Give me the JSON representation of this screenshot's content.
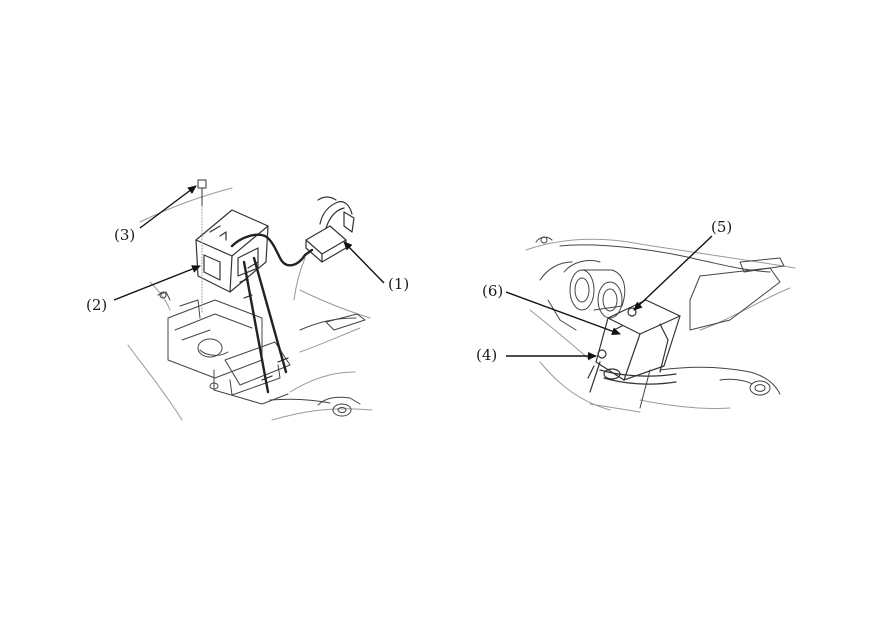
{
  "figure": {
    "left_illustration": {
      "callouts": [
        "(1)",
        "(2)",
        "(3)"
      ]
    },
    "right_illustration": {
      "callouts": [
        "(4)",
        "(5)",
        "(6)"
      ]
    }
  },
  "colors": {
    "line_art": "#333333",
    "light_line": "#9a9a9a",
    "arrow": "#111111",
    "background": "#ffffff"
  }
}
